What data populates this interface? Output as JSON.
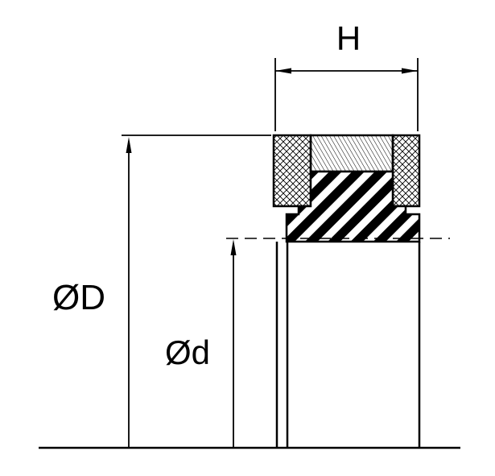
{
  "drawing": {
    "type": "seal-cross-section-technical-drawing",
    "labels": {
      "width": "H",
      "outer_diameter": "ØD",
      "inner_diameter": "Ød"
    },
    "colors": {
      "line": "#000000",
      "background": "#ffffff"
    },
    "patterns": {
      "backup_rings": "crosshatch",
      "seal_body": "bold-diagonal-stripes",
      "top_element": "fine-diagonal-lines"
    }
  }
}
